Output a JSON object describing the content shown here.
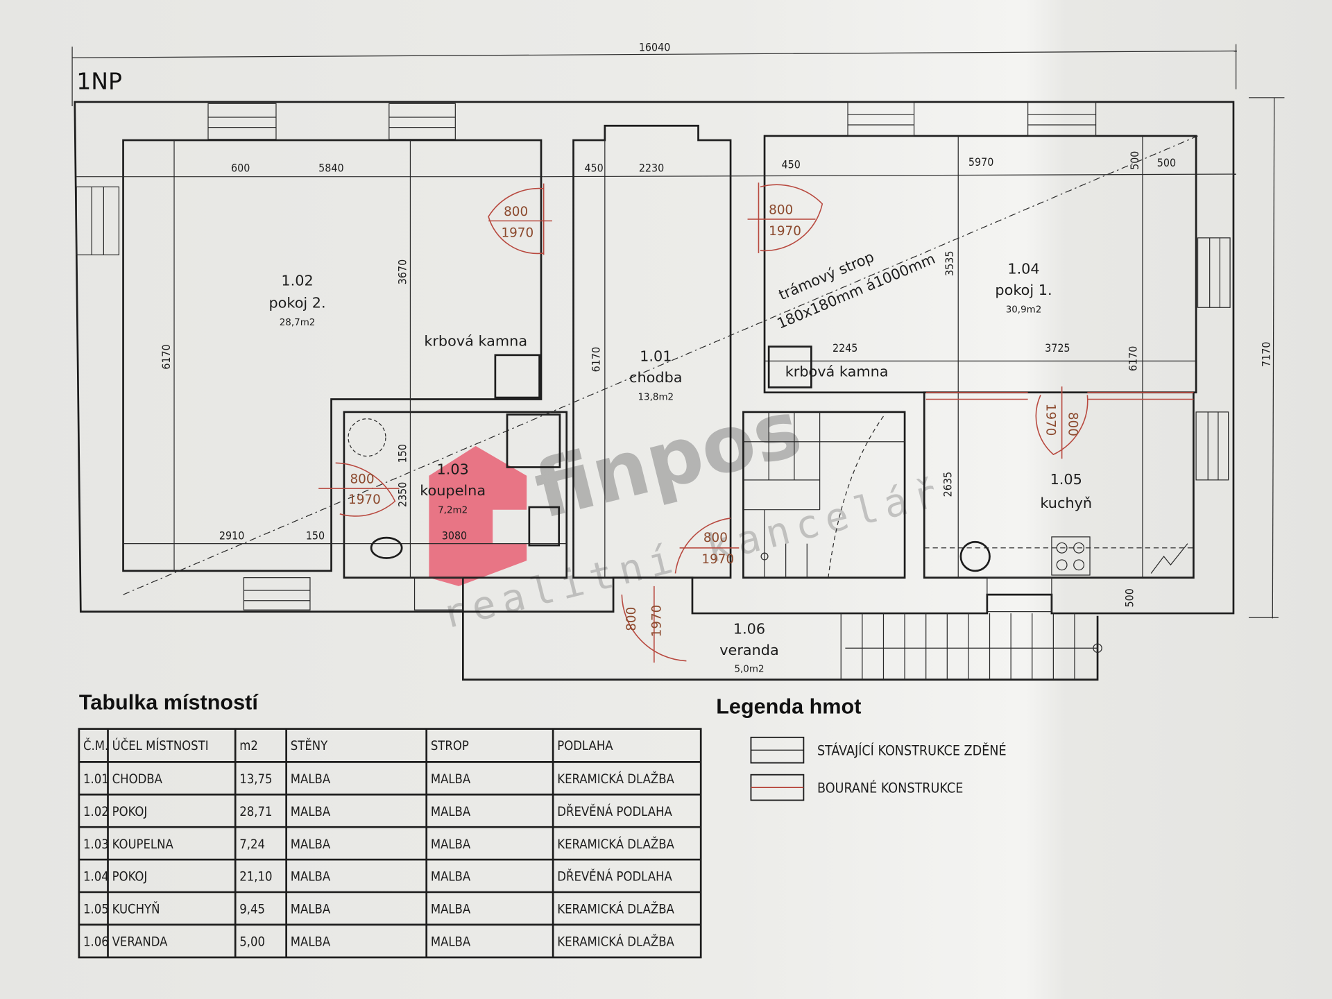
{
  "plan": {
    "floor_label": "1NP",
    "overall_width": "16040",
    "overall_depth": "7170",
    "dimensions": {
      "d600": "600",
      "d5840": "5840",
      "d3670": "3670",
      "d6170a": "6170",
      "d2910": "2910",
      "d150a": "150",
      "d3080": "3080",
      "d150b": "150",
      "d2350": "2350",
      "d450a": "450",
      "d2230": "2230",
      "d6170b": "6170",
      "d450b": "450",
      "d5970": "5970",
      "d500a": "500",
      "d500b": "500",
      "d3535": "3535",
      "d2245": "2245",
      "d3725": "3725",
      "d6170c": "6170",
      "d2635": "2635",
      "d500c": "500"
    },
    "doors": [
      {
        "w": "800",
        "h": "1970"
      },
      {
        "w": "800",
        "h": "1970"
      },
      {
        "w": "800",
        "h": "1970"
      },
      {
        "w": "800",
        "h": "1970"
      },
      {
        "w": "800",
        "h": "1970"
      },
      {
        "w": "800",
        "h": "1970"
      }
    ],
    "rooms": [
      {
        "num": "1.01",
        "name": "chodba",
        "area": "13,8m2"
      },
      {
        "num": "1.02",
        "name": "pokoj 2.",
        "area": "28,7m2"
      },
      {
        "num": "1.03",
        "name": "koupelna",
        "area": "7,2m2"
      },
      {
        "num": "1.04",
        "name": "pokoj 1.",
        "area": "30,9m2"
      },
      {
        "num": "1.05",
        "name": "kuchyň",
        "area": ""
      },
      {
        "num": "1.06",
        "name": "veranda",
        "area": "5,0m2"
      }
    ],
    "fireplace_label_1": "krbová kamna",
    "fireplace_label_2": "krbová kamna",
    "beam_note_1": "trámový strop",
    "beam_note_2": "180x180mm á1000mm"
  },
  "watermark": {
    "brand": "finpos",
    "sub": "realitní kancelář",
    "color": "#e8556a"
  },
  "room_table": {
    "title": "Tabulka místností",
    "headers": [
      "Č.M.",
      "ÚČEL MÍSTNOSTI",
      "m2",
      "STĚNY",
      "STROP",
      "PODLAHA"
    ],
    "rows": [
      [
        "1.01",
        "CHODBA",
        "13,75",
        "MALBA",
        "MALBA",
        "KERAMICKÁ DLAŽBA"
      ],
      [
        "1.02",
        "POKOJ",
        "28,71",
        "MALBA",
        "MALBA",
        "DŘEVĚNÁ PODLAHA"
      ],
      [
        "1.03",
        "KOUPELNA",
        "7,24",
        "MALBA",
        "MALBA",
        "KERAMICKÁ DLAŽBA"
      ],
      [
        "1.04",
        "POKOJ",
        "21,10",
        "MALBA",
        "MALBA",
        "DŘEVĚNÁ PODLAHA"
      ],
      [
        "1.05",
        "KUCHYŇ",
        "9,45",
        "MALBA",
        "MALBA",
        "KERAMICKÁ DLAŽBA"
      ],
      [
        "1.06",
        "VERANDA",
        "5,00",
        "MALBA",
        "MALBA",
        "KERAMICKÁ DLAŽBA"
      ]
    ]
  },
  "legend": {
    "title": "Legenda hmot",
    "items": [
      {
        "label": "STÁVAJÍCÍ KONSTRUKCE ZDĚNÉ",
        "color": "#1d1d1d"
      },
      {
        "label": "BOURANÉ KONSTRUKCE",
        "color": "#b8493f"
      }
    ]
  }
}
